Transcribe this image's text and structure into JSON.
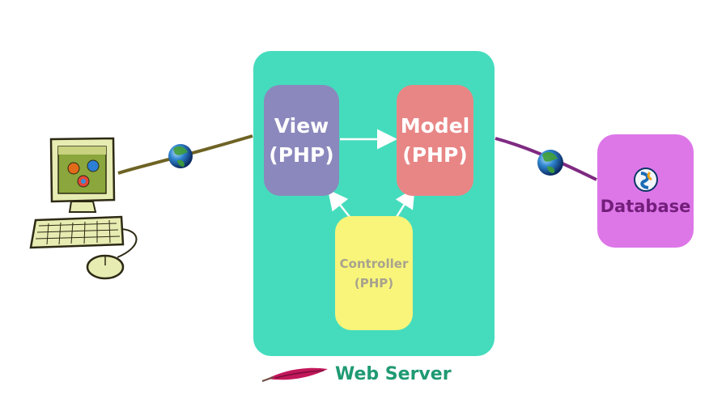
{
  "diagram": {
    "view": {
      "line1": "View",
      "line2": "(PHP)"
    },
    "model": {
      "line1": "Model",
      "line2": "(PHP)"
    },
    "controller": {
      "line1": "Controller",
      "line2": "(PHP)"
    },
    "database": {
      "label": "Database"
    },
    "server": {
      "label": "Web Server"
    }
  },
  "colors": {
    "web_server_fill": "#45dcbd",
    "view_fill": "#8b88bd",
    "model_fill": "#e88685",
    "controller_fill": "#f8f57a",
    "database_fill": "#dd77e8",
    "server_label": "#1f9a73",
    "database_label": "#741e7c"
  },
  "icons": {
    "client": "computer-icon",
    "network_left": "globe-icon",
    "network_right": "globe-icon",
    "database": "database-logo-icon",
    "server": "apache-feather-icon"
  }
}
